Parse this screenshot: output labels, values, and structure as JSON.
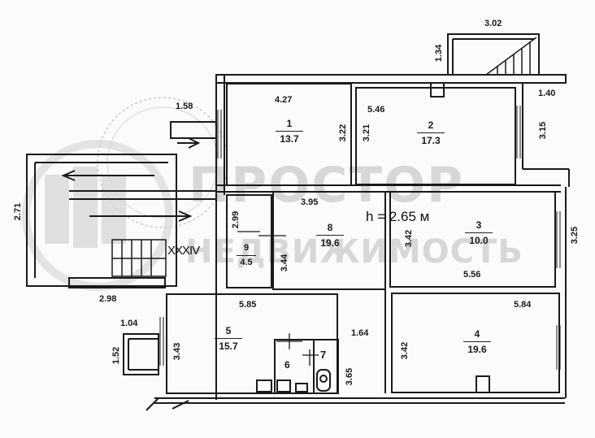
{
  "watermark": {
    "line1": "ПРОСТОР",
    "line2": "НЕДВИЖИМОСТЬ",
    "logo": "building-logo",
    "stamp": "round-stamp"
  },
  "plan": {
    "ceiling_height": "h = 2.65 м",
    "section_label": "XXXIV",
    "rooms": [
      {
        "num": "1",
        "area": "13.7"
      },
      {
        "num": "2",
        "area": "17.3"
      },
      {
        "num": "3",
        "area": "10.0"
      },
      {
        "num": "4",
        "area": "19.6"
      },
      {
        "num": "5",
        "area": "15.7"
      },
      {
        "num": "6",
        "area": ""
      },
      {
        "num": "7",
        "area": ""
      },
      {
        "num": "8",
        "area": "19.6"
      },
      {
        "num": "9",
        "area": "4.5"
      }
    ],
    "dimensions": {
      "d302": "3.02",
      "d134": "1.34",
      "d427": "4.27",
      "d546": "5.46",
      "d140": "1.40",
      "d158": "1.58",
      "d322": "3.22",
      "d321": "3.21",
      "d315": "3.15",
      "d271": "2.71",
      "d299": "2.99",
      "d395": "3.95",
      "d344": "3.44",
      "d342a": "3.42",
      "d325": "3.25",
      "d556": "5.56",
      "d298": "2.98",
      "d585": "5.85",
      "d104": "1.04",
      "d152": "1.52",
      "d343": "3.43",
      "d164": "1.64",
      "d365": "3.65",
      "d342b": "3.42",
      "d584": "5.84"
    }
  }
}
